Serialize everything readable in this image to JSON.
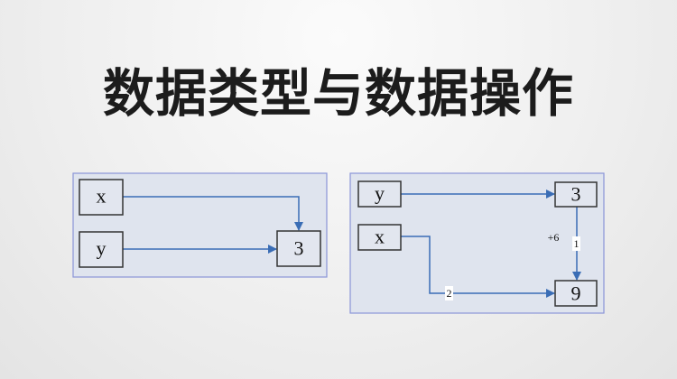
{
  "title": "数据类型与数据操作",
  "diagram_left": {
    "nodes": {
      "x": "x",
      "y": "y",
      "result": "3"
    }
  },
  "diagram_right": {
    "nodes": {
      "y": "y",
      "x": "x",
      "three": "3",
      "nine": "9"
    },
    "edge_labels": {
      "plus": "+6",
      "one": "1",
      "two": "2"
    }
  },
  "colors": {
    "arrow": "#3a6db5",
    "panel": "#dfe4ee"
  }
}
